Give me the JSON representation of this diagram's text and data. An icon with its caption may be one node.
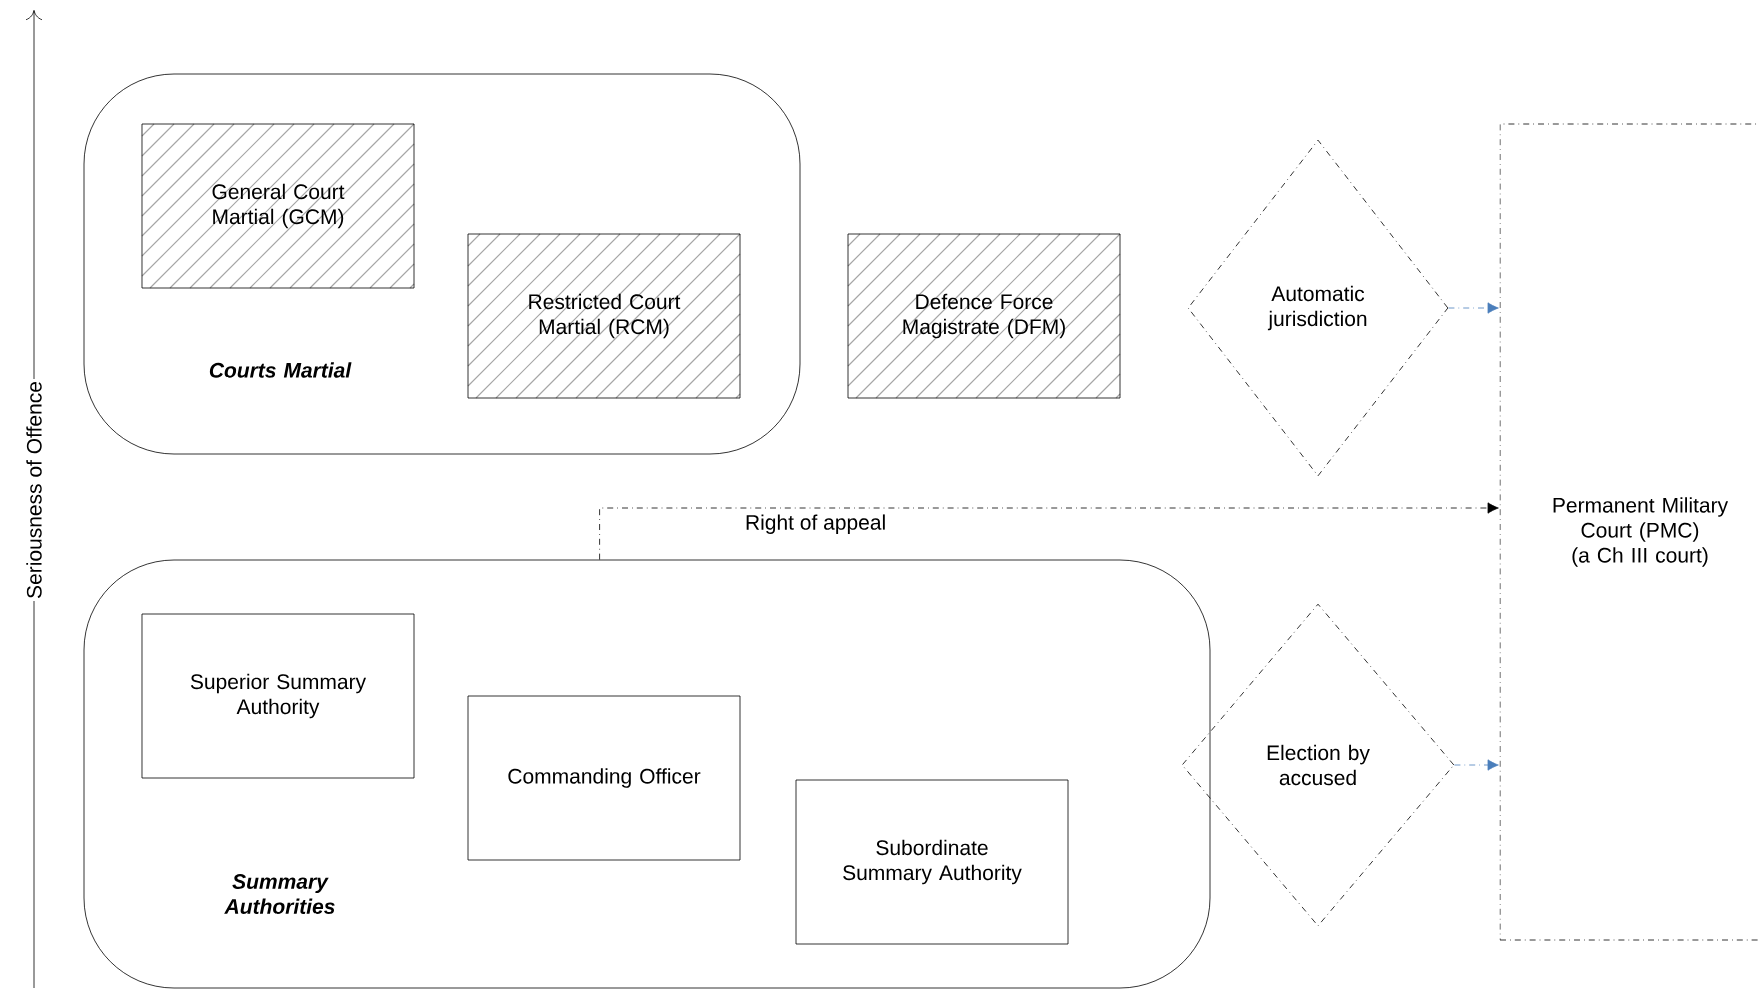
{
  "diagram": {
    "nodes": [
      {
        "text": [
          "Courts Martial"
        ]
      },
      {
        "text": [
          "General Court Martial (GCM)"
        ],
        "in": 0
      },
      {
        "text": [
          "Restricted Court Martial (RCM)"
        ],
        "in": 0
      },
      {
        "text": [
          "Defence Force Magistrate (DFM)"
        ]
      },
      {
        "text": [
          "Automatic jurisdiction"
        ]
      },
      {
        "text": [
          "Summary Authorities"
        ]
      },
      {
        "text": [
          "Superior Summary Authority"
        ],
        "in": 5
      },
      {
        "text": [
          "Commanding Officer"
        ],
        "in": 5
      },
      {
        "text": [
          "Subordinate Summary Authority"
        ],
        "in": 5
      },
      {
        "text": [
          "Election by accused"
        ]
      },
      {
        "text": [
          "Permanent Military Court (PMC)",
          "(a Ch III court)"
        ]
      }
    ],
    "edges": [
      {
        "from": 4,
        "to": 10,
        "arrow": "to",
        "style": "dashed"
      },
      {
        "from": 5,
        "to": 10,
        "arrow": "to",
        "style": "dashed",
        "color": "#000000",
        "label": "Right of appeal"
      },
      {
        "from": 9,
        "to": 10,
        "arrow": "to",
        "style": "dashed"
      }
    ],
    "labels": [
      "Seriousness of Offence"
    ]
  }
}
